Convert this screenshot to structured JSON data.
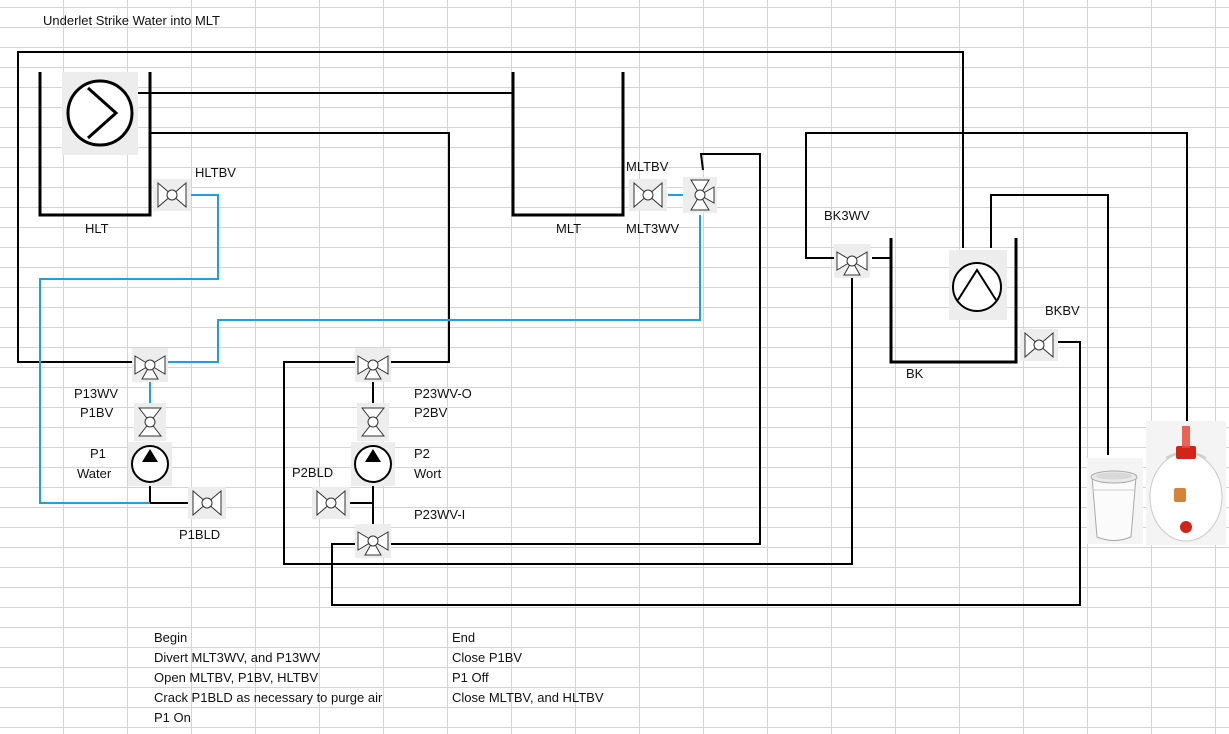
{
  "title": "Underlet Strike Water into MLT",
  "vessels": {
    "hlt": "HLT",
    "mlt": "MLT",
    "bk": "BK"
  },
  "valves": {
    "hltbv": "HLTBV",
    "mltbv": "MLTBV",
    "mlt3wv": "MLT3WV",
    "bk3wv": "BK3WV",
    "bkbv": "BKBV",
    "p13wv": "P13WV",
    "p1bv": "P1BV",
    "p1bld": "P1BLD",
    "p23wv_o": "P23WV-O",
    "p2bv": "P2BV",
    "p2bld": "P2BLD",
    "p23wv_i": "P23WV-I"
  },
  "pumps": {
    "p1": {
      "name": "P1",
      "role": "Water"
    },
    "p2": {
      "name": "P2",
      "role": "Wort"
    }
  },
  "procedure": {
    "begin": [
      "Begin",
      "Divert MLT3WV, and P13WV",
      "Open MLTBV, P1BV, HLTBV",
      "Crack P1BLD as necessary to purge air",
      "P1 On"
    ],
    "end": [
      "End",
      "Close P1BV",
      "P1 Off",
      "Close MLTBV, and HLTBV"
    ]
  },
  "colors": {
    "pipe": "#000000",
    "water_path": "#1ea0dd",
    "gridline": "#d4d4d4",
    "bucket_lid": "#d22418"
  },
  "icons": [
    "heat-exchanger-icon",
    "ball-valve-icon",
    "three-way-valve-icon",
    "pump-icon",
    "bucket-icon",
    "fermenter-icon"
  ]
}
